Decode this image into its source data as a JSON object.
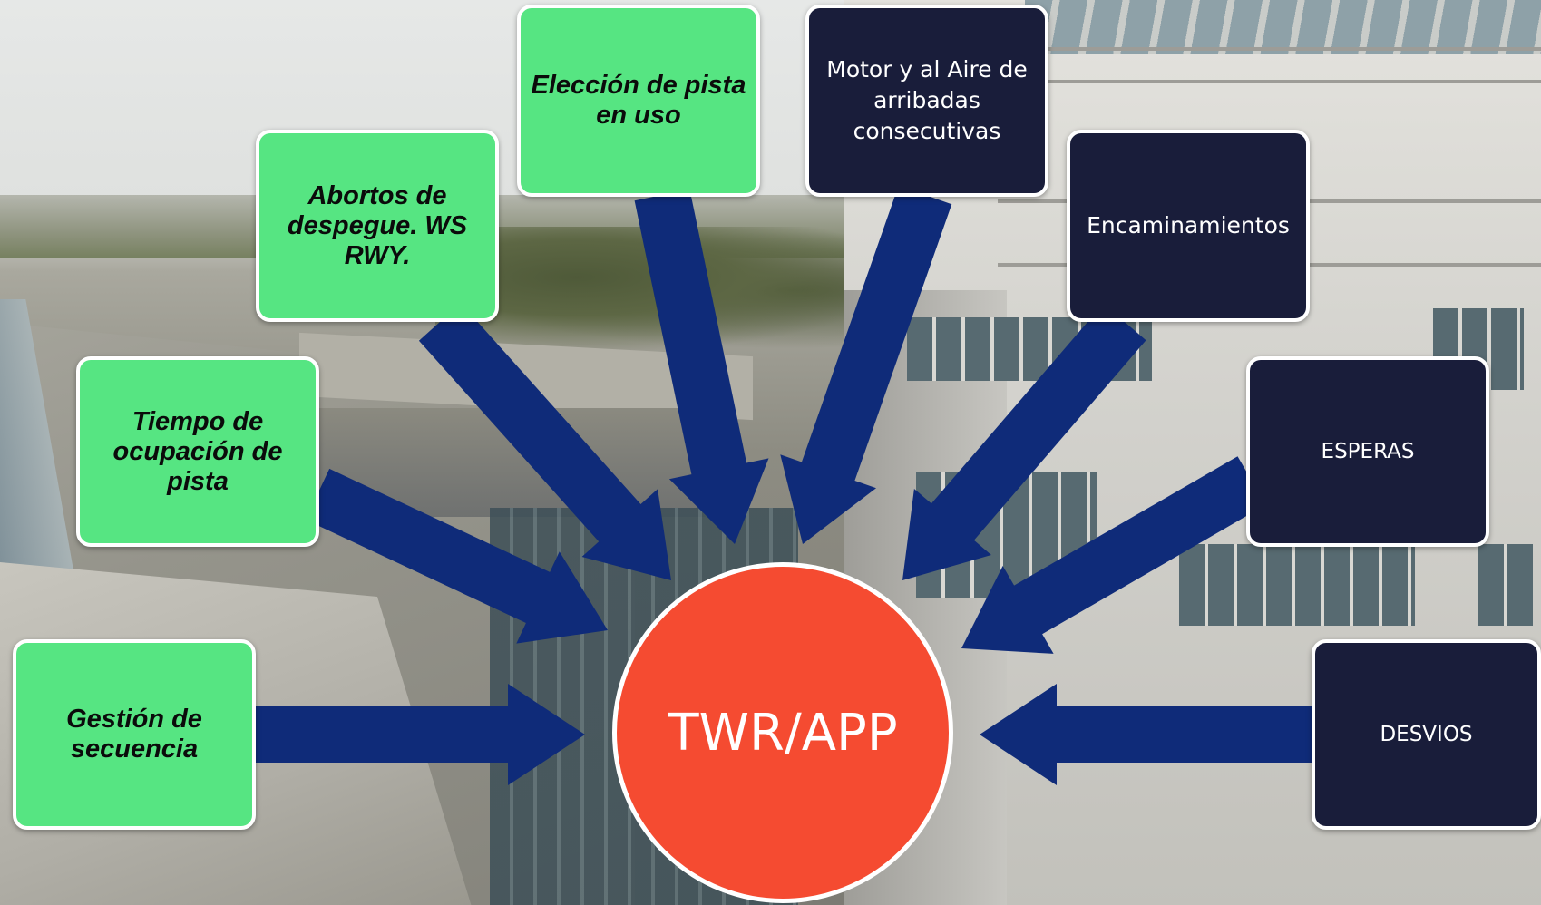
{
  "diagram": {
    "hub_label": "TWR/APP",
    "arrow_color": "#0f2b79",
    "colors": {
      "green": "#56e582",
      "navy": "#191d3a",
      "hub": "#f54b31"
    },
    "nodes": [
      {
        "id": "gestion-secuencia",
        "label": "Gestión de secuencia",
        "style": "green"
      },
      {
        "id": "tiempo-ocupacion",
        "label": "Tiempo de ocupación de pista",
        "style": "green"
      },
      {
        "id": "abortos-despegue",
        "label": "Abortos de despegue. WS RWY.",
        "style": "green"
      },
      {
        "id": "eleccion-pista",
        "label": "Elección de pista en uso",
        "style": "green"
      },
      {
        "id": "motor-aire",
        "label": "Motor y al Aire de arribadas consecutivas",
        "style": "navy"
      },
      {
        "id": "encaminamientos",
        "label": "Encaminamientos",
        "style": "navy"
      },
      {
        "id": "esperas",
        "label": "ESPERAS",
        "style": "navy"
      },
      {
        "id": "desvios",
        "label": "DESVIOS",
        "style": "navy"
      }
    ]
  }
}
